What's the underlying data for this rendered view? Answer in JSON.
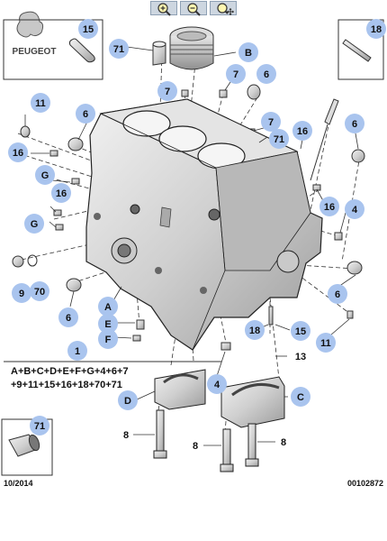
{
  "toolbar": {
    "buttons": [
      {
        "name": "zoom-in-button",
        "icon": "zoom-in-icon"
      },
      {
        "name": "zoom-out-button",
        "icon": "zoom-out-icon"
      },
      {
        "name": "zoom-fit-button",
        "icon": "zoom-fit-icon"
      }
    ]
  },
  "brand": {
    "logo_text": "PEUGEOT"
  },
  "parts": {
    "p15_top": "15",
    "p71_top": "71",
    "pB": "B",
    "p18_top": "18",
    "p7_a": "7",
    "p7_b": "7",
    "p6_a": "6",
    "p11_a": "11",
    "p6_b": "6",
    "p7_c": "7",
    "p71_b": "71",
    "p16_a": "16",
    "p6_c": "6",
    "p16_b": "16",
    "pG_a": "G",
    "p16_c": "16",
    "pG_b": "G",
    "p16_d": "16",
    "p4_a": "4",
    "p9": "9",
    "p70": "70",
    "p6_d": "6",
    "pA": "A",
    "pE": "E",
    "pF": "F",
    "p18_b": "18",
    "p15_b": "15",
    "p11_b": "11",
    "p6_e": "6",
    "p1": "1",
    "p13": "13",
    "p4_b": "4",
    "pD": "D",
    "pC": "C",
    "p8_a": "8",
    "p8_b": "8",
    "p8_c": "8",
    "p71_c": "71"
  },
  "kit": {
    "line1": "A+B+C+D+E+F+G+4+6+7",
    "line2": "+9+11+15+16+18+70+71"
  },
  "footer": {
    "date": "10/2014",
    "reference": "00102872"
  }
}
